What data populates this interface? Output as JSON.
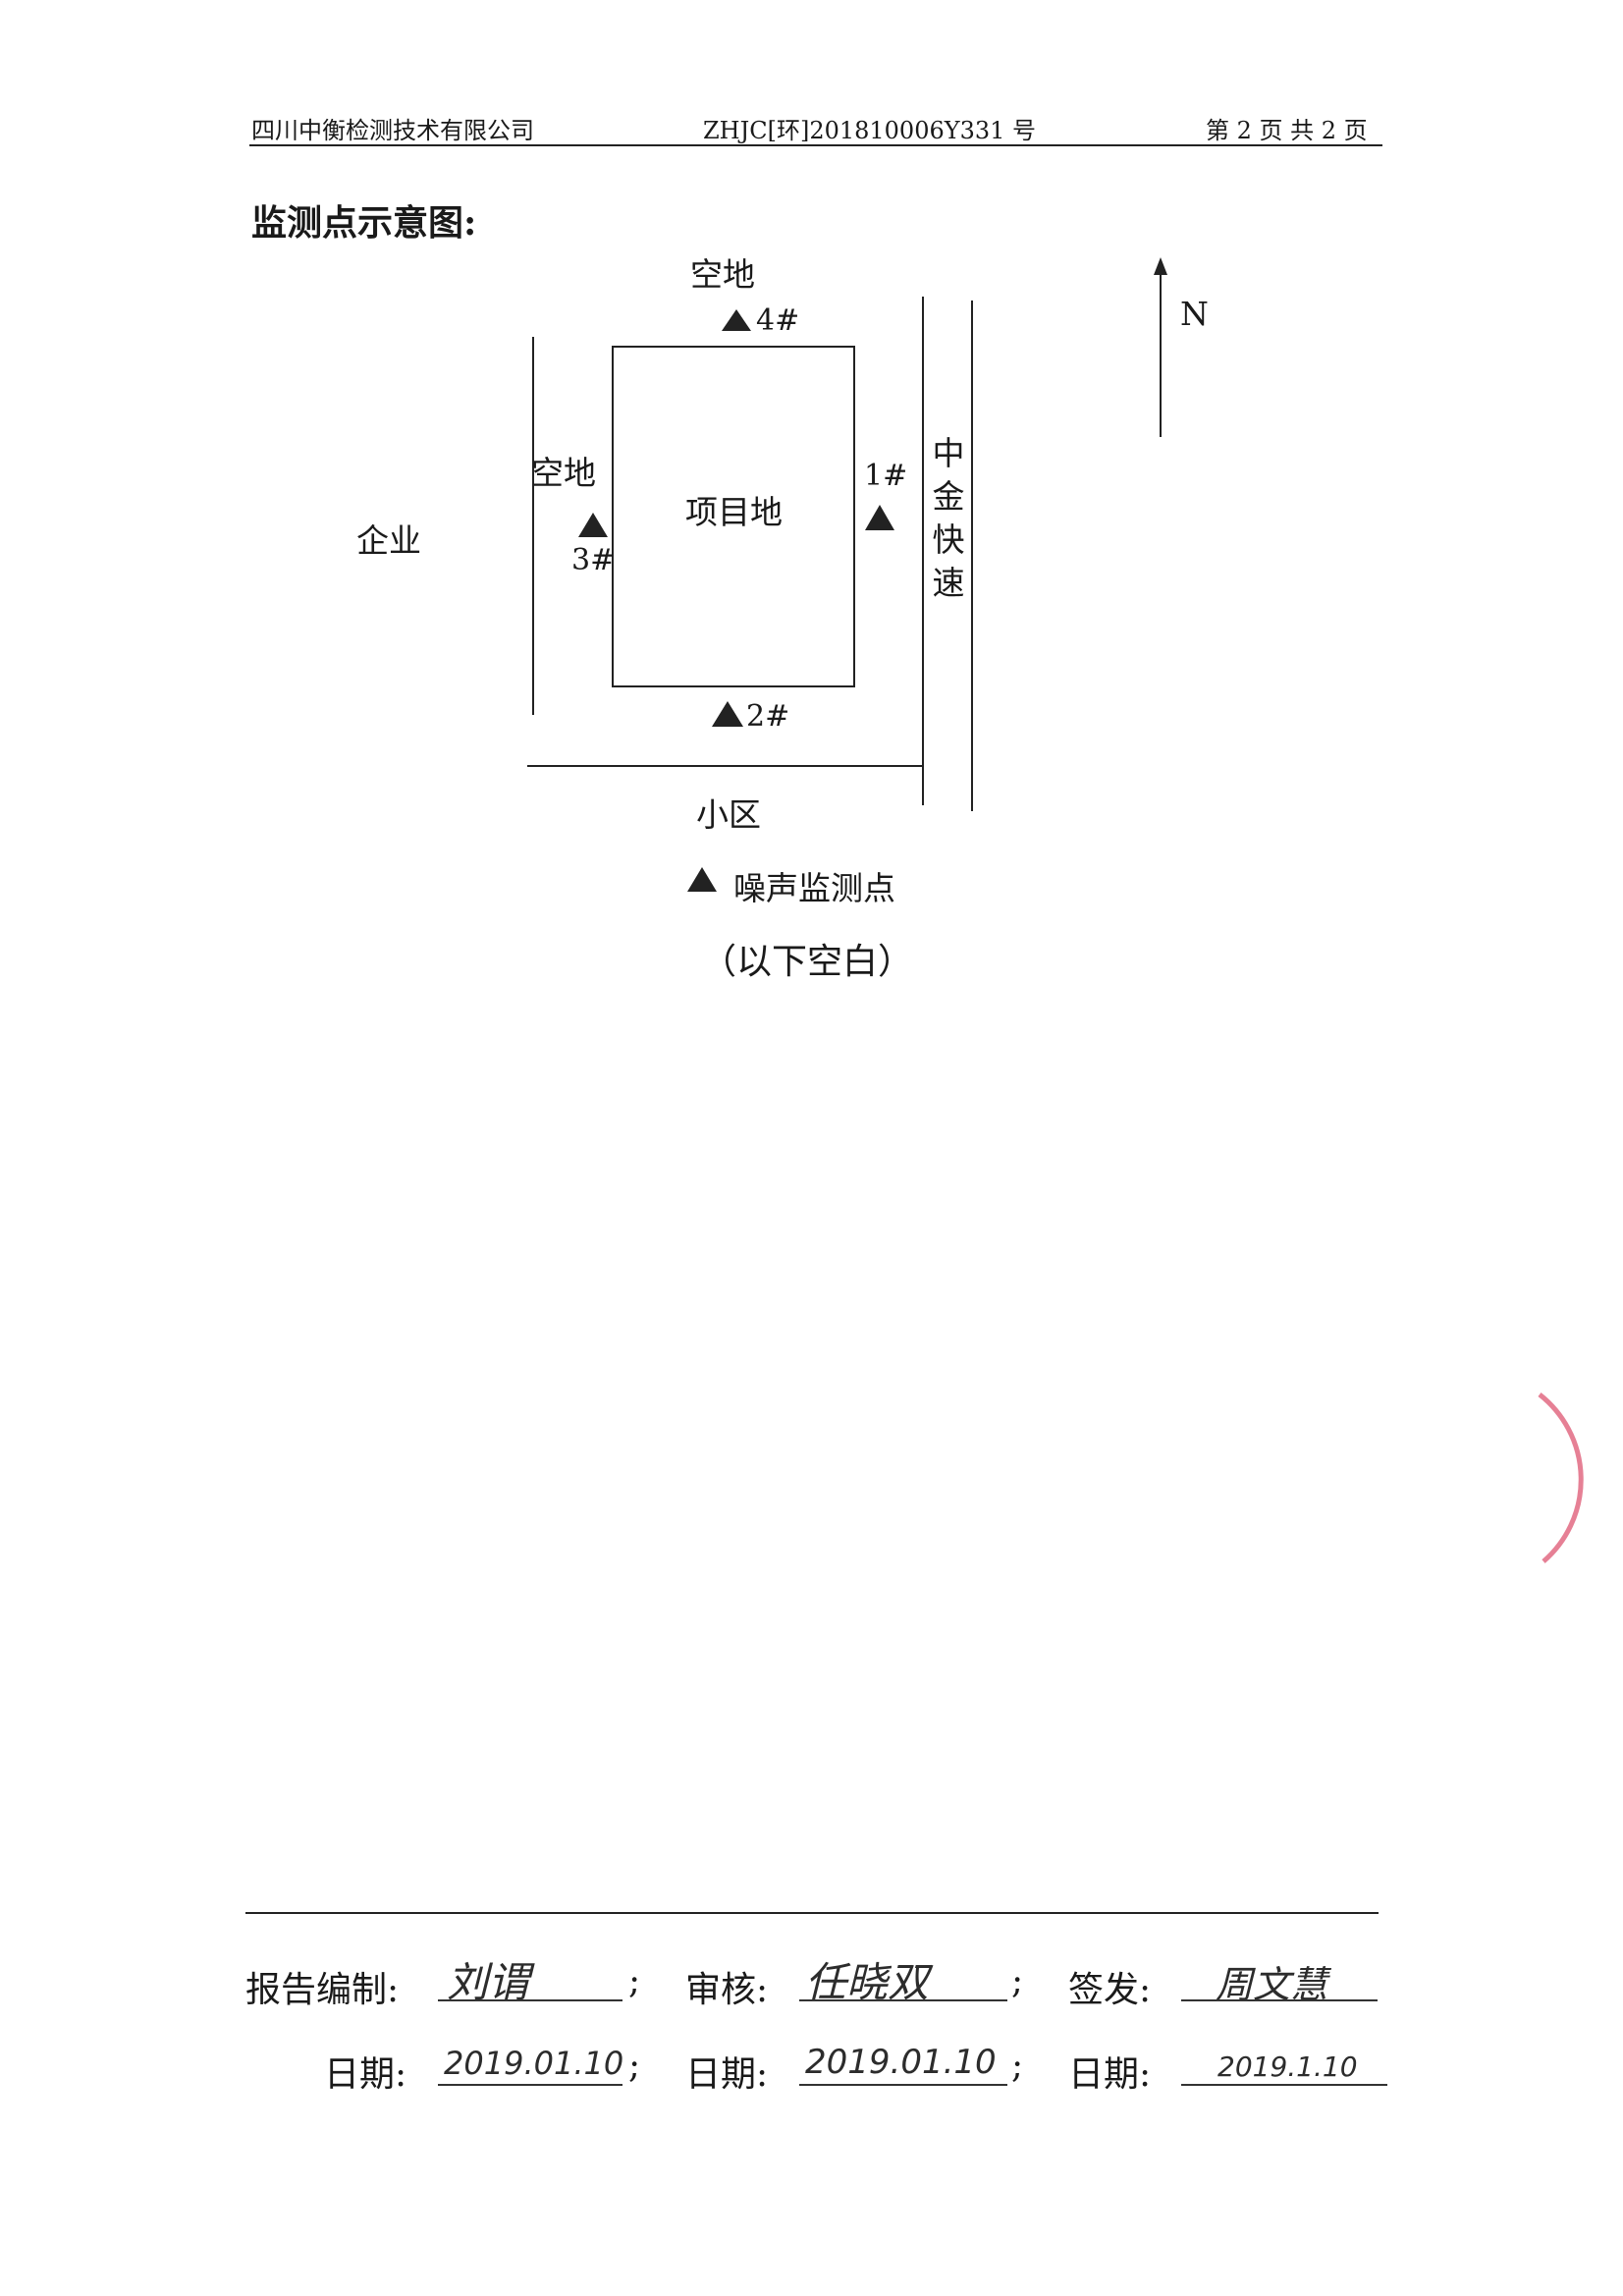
{
  "header": {
    "company": "四川中衡检测技术有限公司",
    "report_no": "ZHJC[环]201810006Y331 号",
    "page_info": "第 2 页 共 2 页"
  },
  "section_title": "监测点示意图:",
  "diagram": {
    "north_label": "N",
    "top_area": "空地",
    "left_area": "空地",
    "far_left_area": "企业",
    "site": "项目地",
    "road_chars": [
      "中",
      "金",
      "快",
      "速"
    ],
    "bottom_area": "小区",
    "points": [
      "1#",
      "2#",
      "3#",
      "4#"
    ],
    "legend_label": "噪声监测点"
  },
  "blank_note": "（以下空白）",
  "signatures": {
    "compiler_label": "报告编制:",
    "compiler_sig": "刘谓",
    "reviewer_label": "审核:",
    "reviewer_sig": "任晓双",
    "issuer_label": "签发:",
    "issuer_sig": "周文慧",
    "date_label": "日期:",
    "date1": "2019.01.10",
    "date2": "2019.01.10",
    "date3": "2019.1.10",
    "sep": ";"
  },
  "colors": {
    "ink": "#1a1a1a",
    "stamp": "#e0607a"
  }
}
